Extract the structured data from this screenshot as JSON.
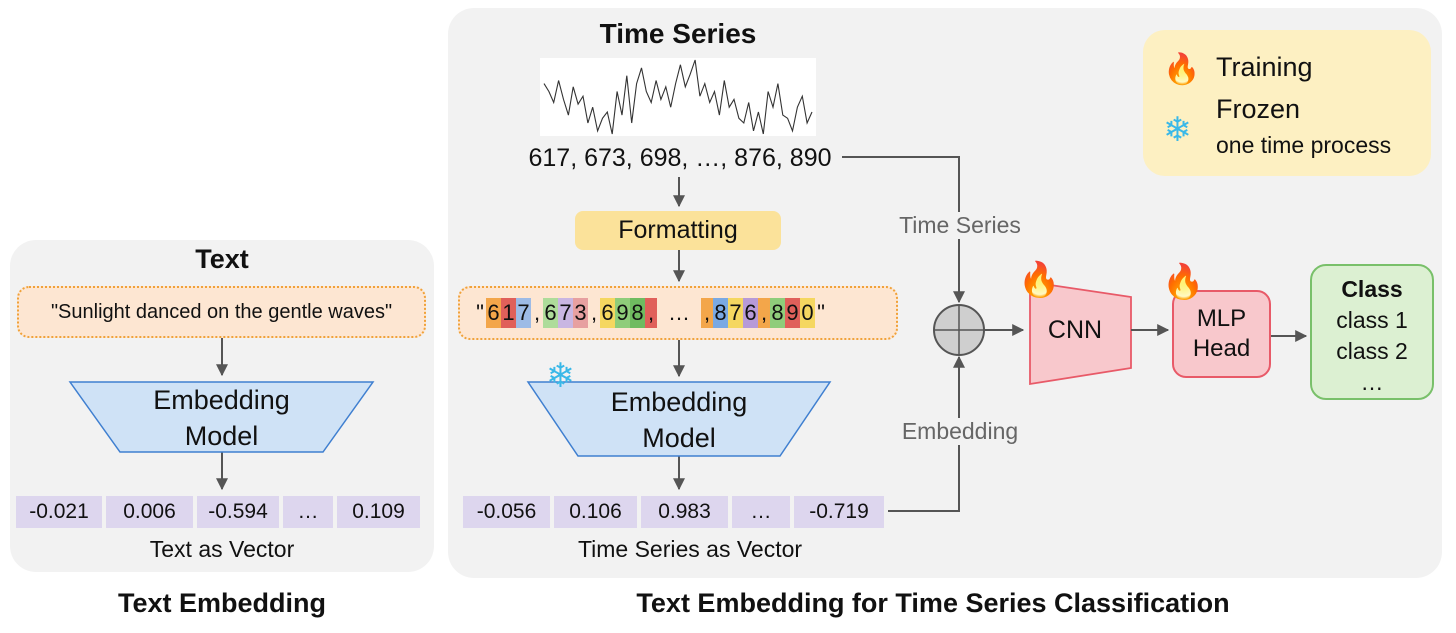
{
  "left_panel": {
    "title": "Text",
    "sentence": "\"Sunlight danced on the gentle waves\"",
    "model_line1": "Embedding",
    "model_line2": "Model",
    "vector": [
      "-0.021",
      "0.006",
      "-0.594",
      "…",
      "0.109"
    ],
    "vector_caption": "Text as Vector",
    "caption": "Text Embedding"
  },
  "right_panel": {
    "title": "Time Series",
    "numbers": "617, 673, 698, …, 876, 890",
    "formatting": "Formatting",
    "tokens": [
      {
        "t": "\"",
        "c": ""
      },
      {
        "t": "6",
        "c": "#f3a64a"
      },
      {
        "t": "1",
        "c": "#e0605a"
      },
      {
        "t": "7",
        "c": "#9dbbe6"
      },
      {
        "t": ",",
        "c": ""
      },
      {
        "t": "6",
        "c": "#aedc9a"
      },
      {
        "t": "7",
        "c": "#c9b6e2"
      },
      {
        "t": "3",
        "c": "#e7a0a0"
      },
      {
        "t": ",",
        "c": ""
      },
      {
        "t": "6",
        "c": "#f5d760"
      },
      {
        "t": "9",
        "c": "#8fcd7a"
      },
      {
        "t": "8",
        "c": "#6fbb60"
      },
      {
        "t": ",",
        "c": "#e0605a"
      },
      {
        "t": "…",
        "c": ""
      },
      {
        "t": ",",
        "c": "#f3a64a"
      },
      {
        "t": "8",
        "c": "#7aa9e3"
      },
      {
        "t": "7",
        "c": "#f5d760"
      },
      {
        "t": "6",
        "c": "#b79ad8"
      },
      {
        "t": ",",
        "c": "#f3a64a"
      },
      {
        "t": "8",
        "c": "#8fcd7a"
      },
      {
        "t": "9",
        "c": "#e0605a"
      },
      {
        "t": "0",
        "c": "#f5d760"
      },
      {
        "t": "\"",
        "c": ""
      }
    ],
    "model_line1": "Embedding",
    "model_line2": "Model",
    "vector": [
      "-0.056",
      "0.106",
      "0.983",
      "…",
      "-0.719"
    ],
    "vector_caption": "Time Series as Vector",
    "edge_time_series": "Time Series",
    "edge_embedding": "Embedding",
    "cnn": "CNN",
    "mlp_line1": "MLP",
    "mlp_line2": "Head",
    "class_title": "Class",
    "class_items": [
      "class 1",
      "class 2",
      "…"
    ],
    "caption": "Text Embedding for Time Series Classification"
  },
  "legend": {
    "training": "Training",
    "frozen": "Frozen",
    "frozen_sub": "one time process"
  },
  "series_values": [
    60,
    55,
    48,
    62,
    50,
    40,
    58,
    47,
    52,
    35,
    45,
    30,
    38,
    42,
    28,
    55,
    40,
    65,
    35,
    60,
    70,
    55,
    48,
    62,
    50,
    58,
    45,
    60,
    72,
    58,
    66,
    75,
    52,
    60,
    48,
    55,
    40,
    62,
    45,
    50,
    38,
    35,
    48,
    30,
    42,
    28,
    55,
    45,
    60,
    40,
    38,
    30,
    45,
    52,
    35,
    42
  ]
}
